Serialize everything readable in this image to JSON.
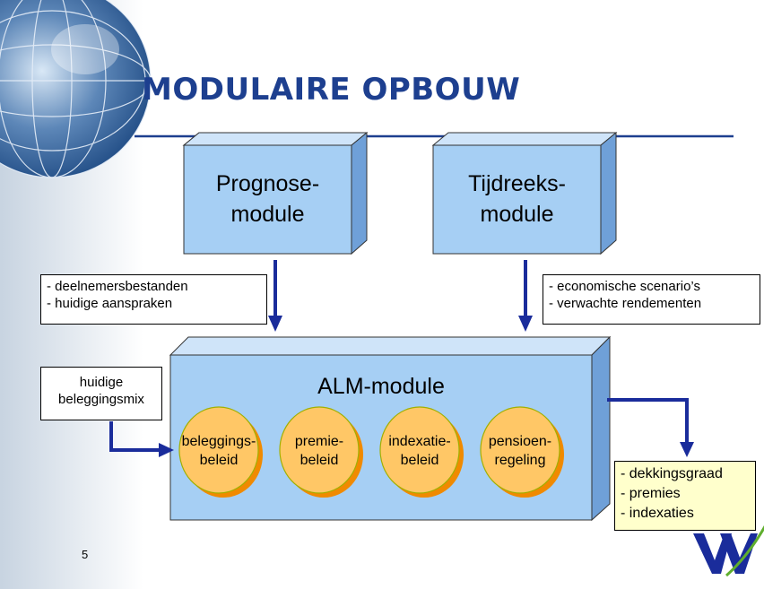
{
  "title": "MODULAIRE OPBOUW",
  "page_number": "5",
  "colors": {
    "title": "#1d3f8f",
    "box_face": "#a6cff4",
    "box_side": "#6fa0d8",
    "arrow": "#1a2c9b",
    "circle": "#ffc766",
    "circle_shadow": "#f08a00",
    "output_note": "#ffffcc"
  },
  "modules": {
    "prognose": {
      "line1": "Prognose-",
      "line2": "module"
    },
    "tijdreeks": {
      "line1": "Tijdreeks-",
      "line2": "module"
    },
    "alm": {
      "label": "ALM-module"
    }
  },
  "inputs": {
    "prognose_note": [
      "- deelnemersbestanden",
      "- huidige aanspraken"
    ],
    "tijdreeks_note": [
      "- economische scenario’s",
      "- verwachte rendementen"
    ],
    "mix_note": [
      "huidige",
      "beleggingsmix"
    ]
  },
  "sub_modules": [
    {
      "line1": "beleggings-",
      "line2": "beleid"
    },
    {
      "line1": "premie-",
      "line2": "beleid"
    },
    {
      "line1": "indexatie-",
      "line2": "beleid"
    },
    {
      "line1": "pensioen-",
      "line2": "regeling"
    }
  ],
  "outputs": [
    "- dekkingsgraad",
    "- premies",
    "- indexaties"
  ],
  "logo_icon": "w-logo-icon",
  "globe_icon": "globe-icon"
}
